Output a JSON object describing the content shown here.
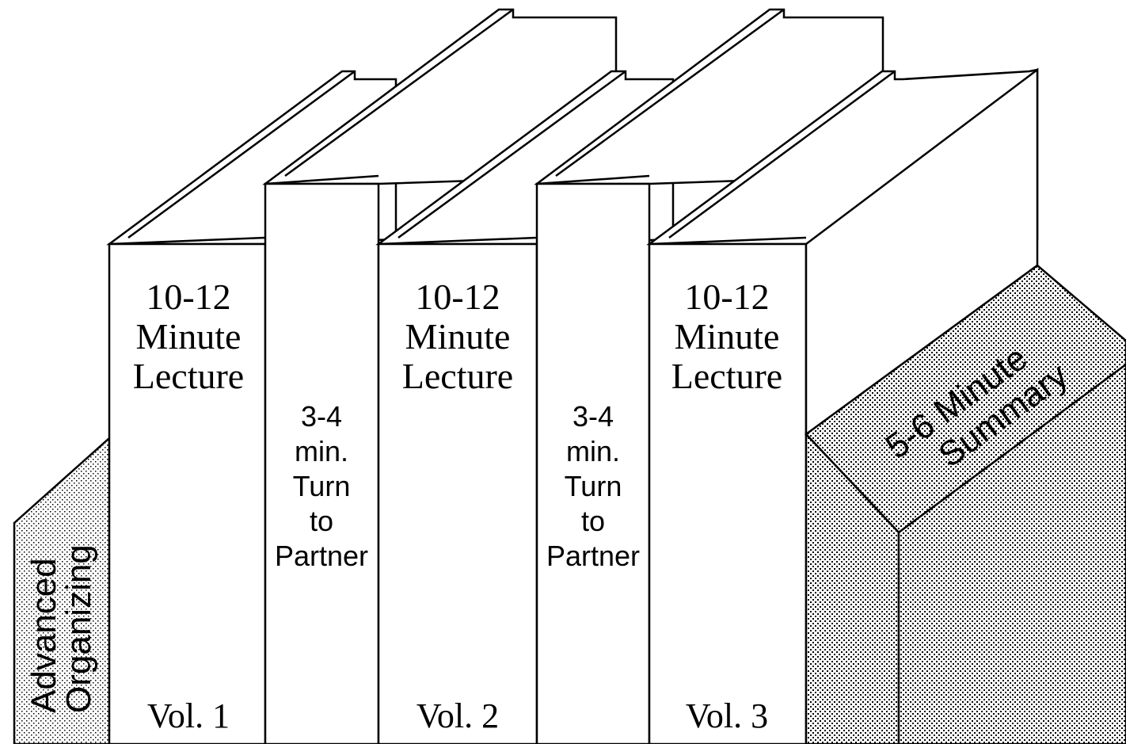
{
  "books": [
    {
      "lines": [
        "10-12",
        "Minute",
        "Lecture"
      ],
      "volume": "Vol. 1"
    },
    {
      "lines": [
        "10-12",
        "Minute",
        "Lecture"
      ],
      "volume": "Vol. 2"
    },
    {
      "lines": [
        "10-12",
        "Minute",
        "Lecture"
      ],
      "volume": "Vol. 3"
    }
  ],
  "partner_books": [
    {
      "lines": [
        "3-4",
        "min.",
        "Turn",
        "to",
        "Partner"
      ]
    },
    {
      "lines": [
        "3-4",
        "min.",
        "Turn",
        "to",
        "Partner"
      ]
    }
  ],
  "left_bookend": {
    "lines": [
      "Advanced",
      "Organizing"
    ]
  },
  "right_bookend": {
    "lines": [
      "5-6 Minute",
      "Summary"
    ]
  }
}
